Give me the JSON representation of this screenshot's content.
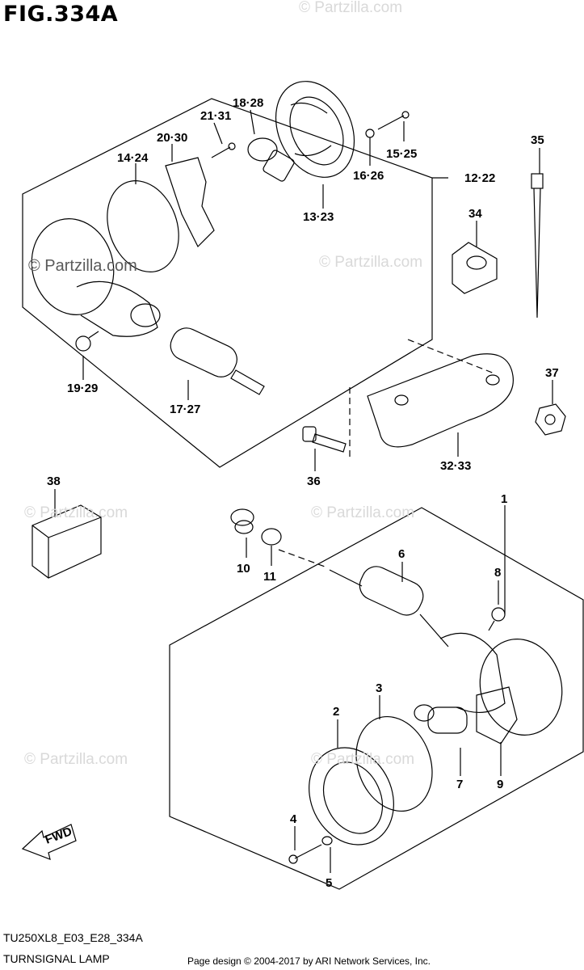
{
  "figure": {
    "title": "FIG.334A",
    "model_code": "TU250XL8_E03_E28_334A",
    "section_title": "TURNSIGNAL LAMP",
    "copyright": "Page design © 2004-2017 by ARI Network Services, Inc."
  },
  "watermark": {
    "text": "© Partzilla.com",
    "main_text": "© Partzilla.com"
  },
  "callouts": {
    "c1": "1",
    "c2": "2",
    "c3": "3",
    "c4": "4",
    "c5": "5",
    "c6": "6",
    "c7": "7",
    "c8": "8",
    "c9": "9",
    "c10": "10",
    "c11": "11",
    "c12_22": "12·22",
    "c13_23": "13·23",
    "c14_24": "14·24",
    "c15_25": "15·25",
    "c16_26": "16·26",
    "c17_27": "17·27",
    "c18_28": "18·28",
    "c19_29": "19·29",
    "c20_30": "20·30",
    "c21_31": "21·31",
    "c32_33": "32·33",
    "c34": "34",
    "c35": "35",
    "c36": "36",
    "c37": "37",
    "c38": "38"
  },
  "fwd_label": "FWD"
}
